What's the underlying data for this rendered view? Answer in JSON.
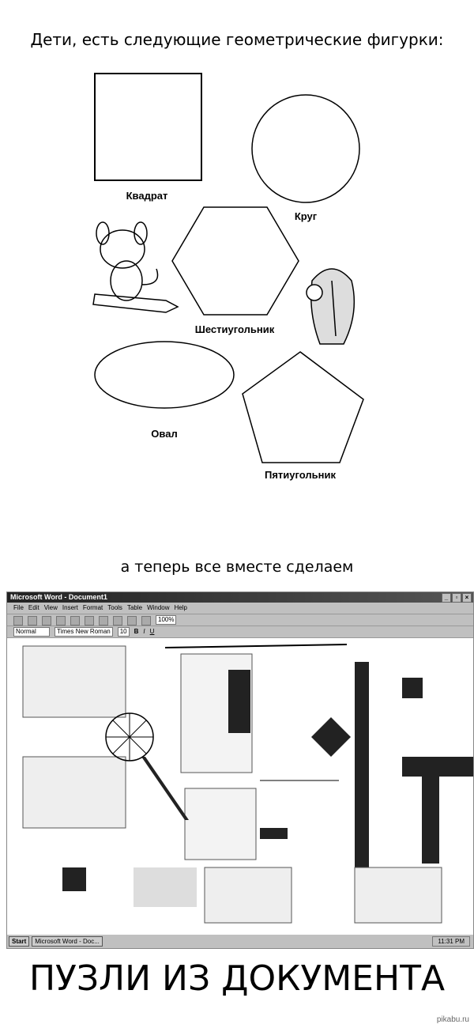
{
  "heading": "Дети, есть следующие геометрические фигурки:",
  "shapes": {
    "square": "Квадрат",
    "circle": "Круг",
    "hexagon": "Шестиугольник",
    "oval": "Овал",
    "pentagon": "Пятиугольник"
  },
  "subheading": "а теперь все вместе сделаем",
  "word": {
    "title": "Microsoft Word - Document1",
    "menu": [
      "File",
      "Edit",
      "View",
      "Insert",
      "Format",
      "Tools",
      "Table",
      "Window",
      "Help"
    ],
    "zoom": "100%",
    "style": "Normal",
    "font": "Times New Roman",
    "size": "10",
    "format_buttons": [
      "B",
      "I",
      "U"
    ],
    "start": "Start",
    "task_item": "Microsoft Word - Doc...",
    "clock": "11:31 PM"
  },
  "caption": "ПУЗЛИ ИЗ ДОКУМЕНТА",
  "watermark": "pikabu.ru"
}
